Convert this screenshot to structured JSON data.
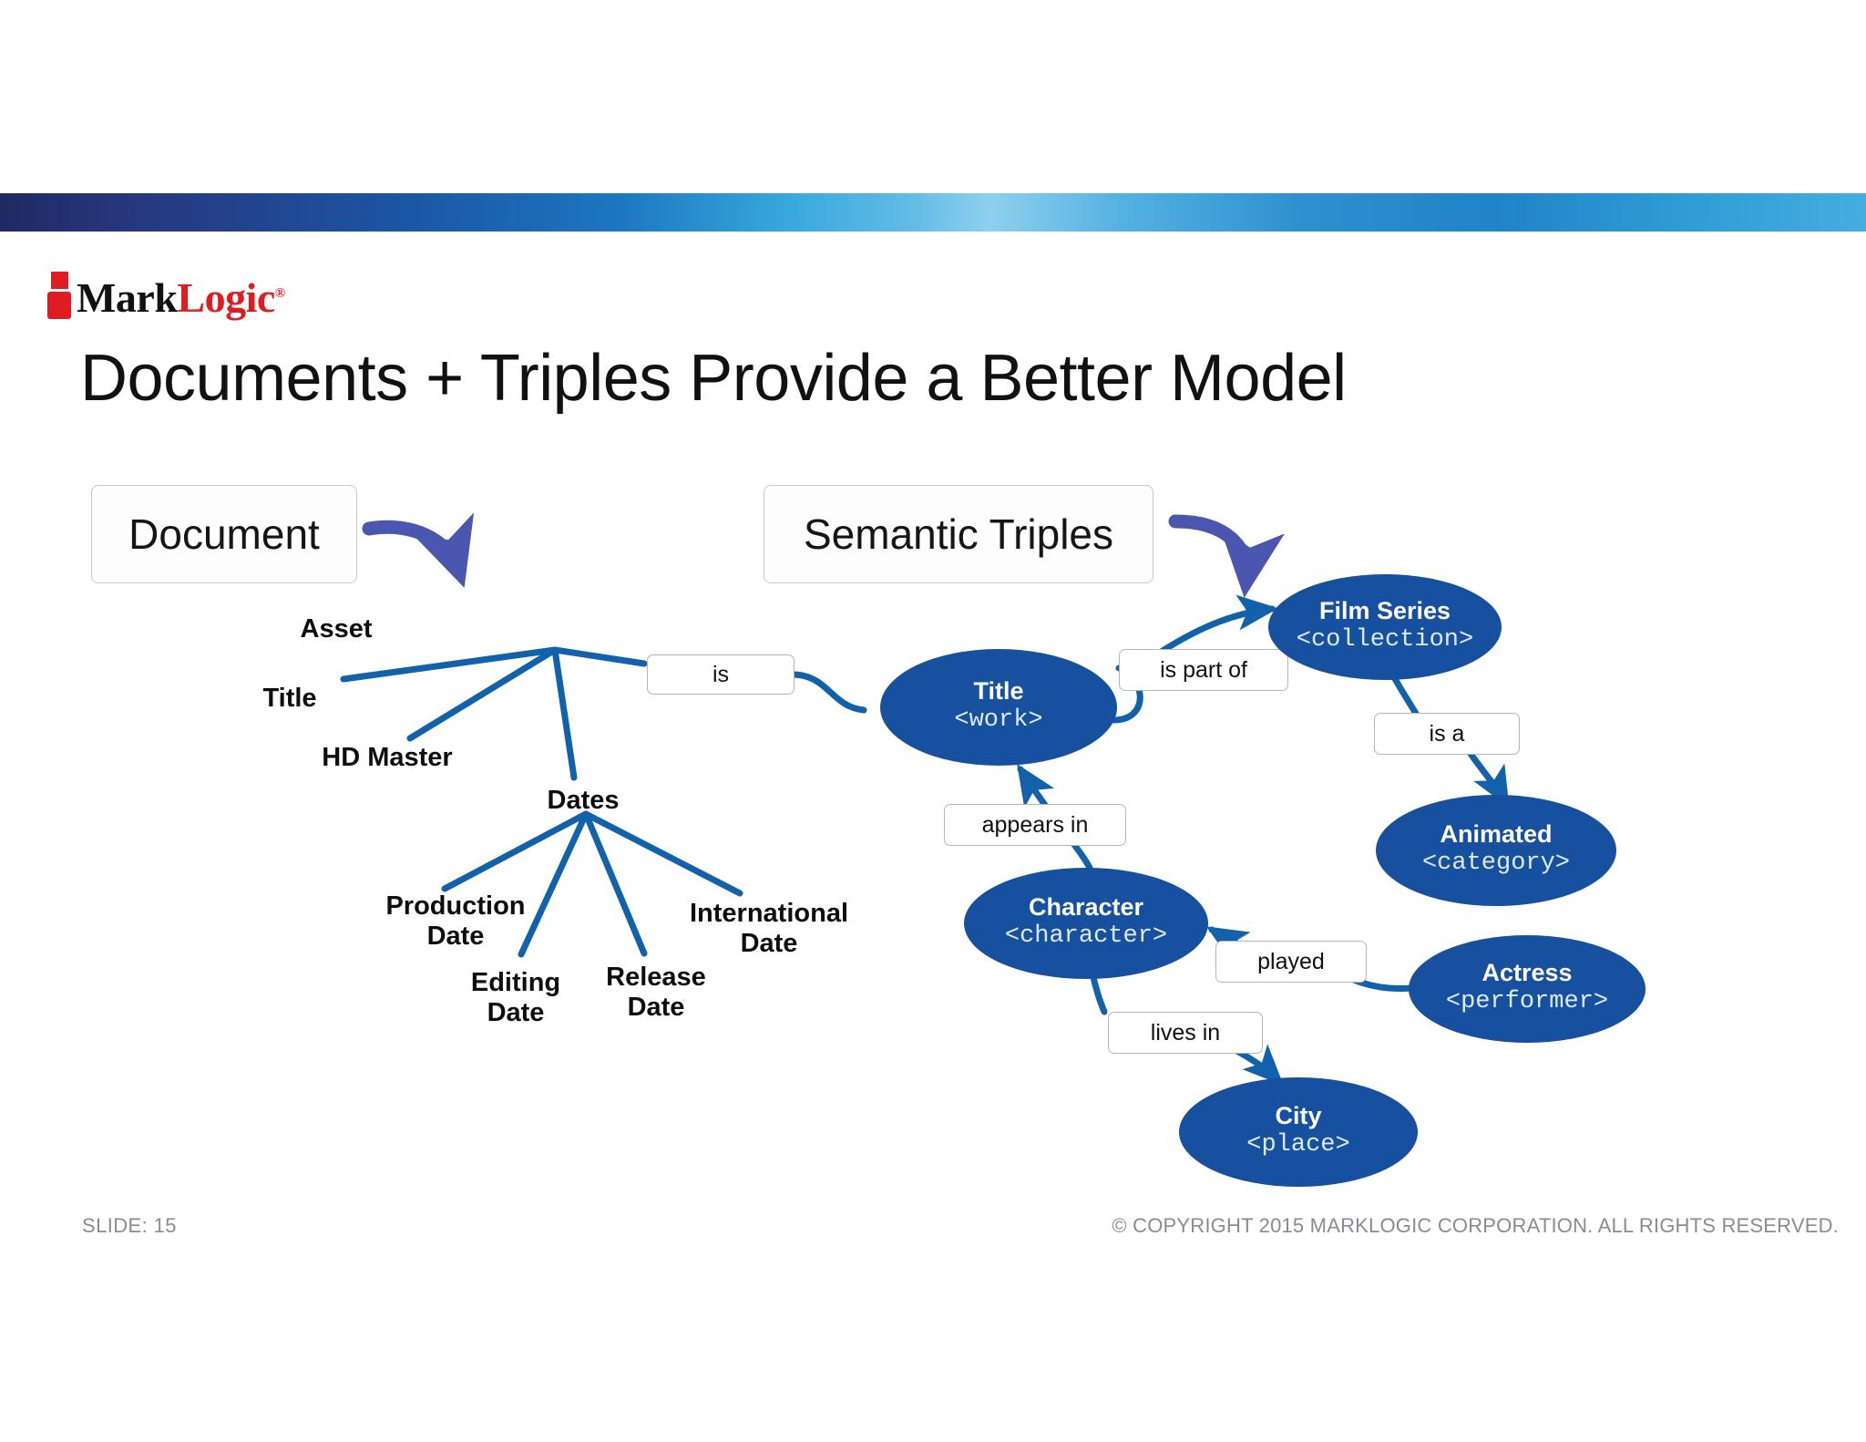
{
  "brand": {
    "logo_mark": "Mark",
    "logo_logic": "Logic",
    "logo_registered": "®",
    "accent_red": "#e01c23",
    "node_blue": "#17509e",
    "edge_blue": "#1262ab",
    "arrow_purple": "#4a56b0"
  },
  "header": {
    "title": "Documents + Triples Provide a Better Model"
  },
  "callouts": {
    "document": "Document",
    "semantic_triples": "Semantic Triples"
  },
  "document_tree": {
    "root": "Asset",
    "children": [
      {
        "label": "Title"
      },
      {
        "label": "HD Master"
      },
      {
        "label": "Dates",
        "children": [
          {
            "label": "Production\nDate"
          },
          {
            "label": "Editing\nDate"
          },
          {
            "label": "Release\nDate"
          },
          {
            "label": "International\nDate"
          }
        ]
      }
    ]
  },
  "graph": {
    "nodes": [
      {
        "id": "title",
        "name": "Title",
        "type": "<work>"
      },
      {
        "id": "filmseries",
        "name": "Film Series",
        "type": "<collection>"
      },
      {
        "id": "animated",
        "name": "Animated",
        "type": "<category>"
      },
      {
        "id": "character",
        "name": "Character",
        "type": "<character>"
      },
      {
        "id": "actress",
        "name": "Actress",
        "type": "<performer>"
      },
      {
        "id": "city",
        "name": "City",
        "type": "<place>"
      }
    ],
    "edges": [
      {
        "id": "is",
        "label": "is",
        "from": "asset",
        "to": "title"
      },
      {
        "id": "ispartof",
        "label": "is part of",
        "from": "title",
        "to": "filmseries"
      },
      {
        "id": "isa",
        "label": "is a",
        "from": "filmseries",
        "to": "animated"
      },
      {
        "id": "appearsin",
        "label": "appears in",
        "from": "character",
        "to": "title"
      },
      {
        "id": "played",
        "label": "played",
        "from": "actress",
        "to": "character"
      },
      {
        "id": "livesin",
        "label": "lives in",
        "from": "character",
        "to": "city"
      }
    ]
  },
  "footer": {
    "slide": "SLIDE: 15",
    "copyright": "© COPYRIGHT 2015 MARKLOGIC CORPORATION. ALL RIGHTS RESERVED."
  }
}
